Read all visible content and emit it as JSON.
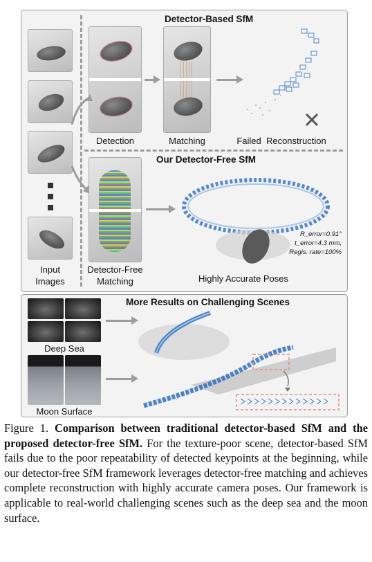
{
  "top_panel": {
    "detector_based_title": "Detector-Based SfM",
    "detector_free_title": "Our Detector-Free SfM",
    "input_images_label_line1": "Input",
    "input_images_label_line2": "Images",
    "detection_label": "Detection",
    "matching_label": "Matching",
    "failed_label": "Failed  Reconstruction",
    "detector_free_matching_line1": "Detector-Free",
    "detector_free_matching_line2": "Matching",
    "accurate_poses_label": "Highly Accurate Poses",
    "stats": {
      "r_error": "R_error=0.91°",
      "t_error": "t_error=4.3 mm,",
      "regis_rate": "Regis. rate=100%"
    }
  },
  "bottom_panel": {
    "title": "More Results on Challenging Scenes",
    "deep_sea_label": "Deep Sea",
    "moon_surface_label": "Moon Surface"
  },
  "caption": {
    "prefix": "Figure 1.",
    "bold": "Comparison between traditional detector-based SfM and the proposed detector-free SfM.",
    "body": "For the texture-poor scene, detector-based SfM fails due to the poor repeatability of detected keypoints at the beginning, while our detector-free SfM framework leverages detector-free matching and achieves complete reconstruction with highly accurate camera poses. Our framework is applicable to real-world challenging scenes such as the deep sea and the moon surface."
  },
  "colors": {
    "cross": "#555555",
    "cameras": "#2f6fc0",
    "highlight_box": "#e88a8a"
  }
}
